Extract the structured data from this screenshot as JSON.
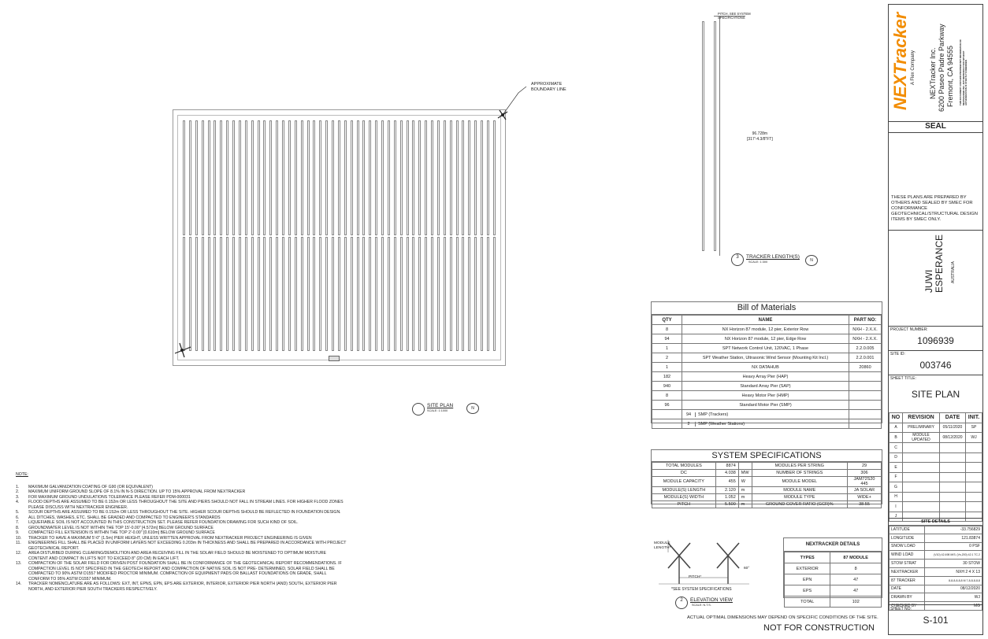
{
  "site_plan": {
    "annotation": "APPROXIMATE\nBOUNDARY LINE",
    "label": "SITE PLAN",
    "scale": "SCALE: 1:1000",
    "north": "N"
  },
  "tracker_length": {
    "pitch_note": "PITCH, SEE SYSTEM\nSPECIFICATIONS",
    "dimension": "96.728m\n[317'-4.3/8\"FT]",
    "label": "TRACKER LENGTH(S)",
    "number": "3",
    "scale": "SCALE: 1:300",
    "north": "N"
  },
  "bom": {
    "title": "Bill of Materials",
    "headers": [
      "QTY",
      "NAME",
      "PART NO:"
    ],
    "rows": [
      {
        "qty": "8",
        "name": "NX Horizon 87 module, 12 pier, Exterior Row",
        "part": "NXH - 2.X.X."
      },
      {
        "qty": "94",
        "name": "NX Horizon 87 module, 12 pier, Edge Row",
        "part": "NXH - 2.X.X."
      },
      {
        "qty": "1",
        "name": "SPT Network Control Unit, 120VAC, 1 Phase",
        "part": "2.2.0.005"
      },
      {
        "qty": "2",
        "name": "SPT Weather Station, Ultrasonic Wind Sensor (Mounting Kit Incl.)",
        "part": "2.2.0.001"
      },
      {
        "qty": "1",
        "name": "NX DATAHUB",
        "part": "20860"
      },
      {
        "qty": "182",
        "name": "Heavy Array Pier (HAP)",
        "part": ""
      },
      {
        "qty": "940",
        "name": "Standard Array Pier (SAP)",
        "part": ""
      },
      {
        "qty": "8",
        "name": "Heavy Motor Pier (HMP)",
        "part": ""
      },
      {
        "qty": "96",
        "name": "Standard Motor Pier (SMP)",
        "part": ""
      }
    ],
    "sub_rows": [
      {
        "qty": "94",
        "name": "SMP (Trackers)"
      },
      {
        "qty": "2",
        "name": "SMP (Weather Stations)"
      }
    ]
  },
  "system_specs": {
    "title": "SYSTEM SPECIFICATIONS",
    "rows": [
      {
        "l1": "TOTAL MODULES",
        "v1": "8874",
        "u1": "",
        "l2": "MODULES PER STRING",
        "v2": "29"
      },
      {
        "l1": "DC",
        "v1": "4.038",
        "u1": "MW",
        "l2": "NUMBER OF STRINGS",
        "v2": "306"
      },
      {
        "l1": "MODULE CAPACITY",
        "v1": "455",
        "u1": "W",
        "l2": "MODULE MODEL",
        "v2": "JAM72S20 445"
      },
      {
        "l1": "MODULE(S) LENGTH",
        "v1": "2.120",
        "u1": "m",
        "l2": "MODULE NAME",
        "v2": "JA SOLAR"
      },
      {
        "l1": "MODULE(S) WIDTH",
        "v1": "1.052",
        "u1": "m",
        "l2": "MODULE TYPE",
        "v2": "WIDE+"
      },
      {
        "l1": "PITCH",
        "v1": "5.500",
        "u1": "m",
        "l2": "GROUND COVER RATIO (GCR)%",
        "v2": "38.55"
      }
    ]
  },
  "nx_details": {
    "title": "NEXTRACKER DETAILS",
    "headers": [
      "TYPES",
      "87 MODULE"
    ],
    "rows": [
      {
        "type": "EXTERIOR",
        "value": "8"
      },
      {
        "type": "EPN",
        "value": "47"
      },
      {
        "type": "EPS",
        "value": "47"
      },
      {
        "type": "TOTAL",
        "value": "102"
      }
    ]
  },
  "elevation": {
    "module_label": "MODULE\nLENGTH*",
    "pitch_label": "PITCH*",
    "angle": "60°",
    "note": "*SEE SYSTEM SPECIFICATIONS",
    "number": "2",
    "label": "ELEVATION VIEW",
    "scale": "SCALE: N.T.S."
  },
  "footer": {
    "disclaimer": "ACTUAL OPTIMAL DIMENSIONS MAY DEPEND ON SPECIFIC CONDITIONS OF THE SITE.",
    "stamp": "NOT FOR CONSTRUCTION"
  },
  "notes": {
    "title": "NOTE:",
    "items": [
      {
        "n": "1.",
        "t": "MAXIMUM GALVANIZATION COATING OF G90 (OR EQUIVALENT)"
      },
      {
        "n": "2.",
        "t": "MAXIMUM UNIFORM GROUND SLOPE OF 8.1% IN N-S DIRECTION. UP TO 15% APPROVAL FROM NEXTRACKER"
      },
      {
        "n": "3.",
        "t": "FOR MAXIMUM GROUND UNDULATIONS TOLERANCE PLEASE REFER PDM-000031"
      },
      {
        "n": "4.",
        "t": "FLOOD DEPTHS ARE ASSUMED TO BE 0.152m OR LESS THROUGHOUT THE SITE AND PIERS SHOULD NOT FALL IN STREAM LINES. FOR HIGHER FLOOD ZONES PLEASE DISCUSS WITH NEXTRACKER ENGINEER."
      },
      {
        "n": "5.",
        "t": "SCOUR DEPTHS ARE ASSUMED TO BE 0.152m OR LESS THROUGHOUT THE SITE. HIGHER SCOUR DEPTHS SHOULD BE REFLECTED IN FOUNDATION DESIGN."
      },
      {
        "n": "6.",
        "t": "ALL DITCHES, WASHES, ETC. SHALL BE GRADED AND COMPACTED TO ENGINEER'S STANDARDS"
      },
      {
        "n": "7.",
        "t": "LIQUEFIABLE SOIL IS NOT ACCOUNTED IN THIS CONSTRUCTION SET. PLEASE REFER FOUNDATION DRAWING FOR SUCH KIND OF SOIL."
      },
      {
        "n": "8.",
        "t": "GROUNDWATER LEVEL IS NOT WITHIN THE TOP 15'-0.00\" [4.572m] BELOW GROUND SURFACE"
      },
      {
        "n": "9.",
        "t": "COMPACTED FILL EXTENSION IS WITHIN THE TOP 2'-0.00\" [0.610m] BELOW GROUND SURFACE"
      },
      {
        "n": "10.",
        "t": "TRACKER TO HAVE A MAXIMUM 5'-0\" (1.5m) PIER HEIGHT, UNLESS WRITTEN APPROVAL FROM NEXTRACKER PROJECT ENGINEERING IS GIVEN"
      },
      {
        "n": "11.",
        "t": "ENGINEERING FILL SHALL BE PLACED IN UNIFORM LAYERS NOT EXCEEDING 0.203m IN THICKNESS AND SHALL BE PREPARED IN ACCORDANCE WITH PROJECT GEOTECHNICAL REPORT."
      },
      {
        "n": "12.",
        "t": "AREA DISTURBED DURING CLEARING/DEMOLITION AND AREA RECEIVING FILL IN THE SOLAR FIELD SHOULD BE MOISTENED TO OPTIMUM MOISTURE CONTENT AND COMPACT IN LIFTS NOT TO EXCEED 8\" (20 CM) IN EACH LIFT."
      },
      {
        "n": "13.",
        "t": "COMPACTION OF THE SOLAR FIELD FOR DRIVEN POST FOUNDATION SHALL BE IN CONFORMANCE OF THE GEOTECHNICAL REPORT RECOMMENDATIONS. IF COMPACTION LEVEL IS NOT SPECIFIED IN THE GEOTECH REPORT AND COMPACTION OF NATIVE SOIL IS NOT PRE- DETERMINED, SOLAR FIELD SHALL BE COMPACTED TO 90% ASTM D1557 MODIFIED PROCTOR MINIMUM. COMPACTION OF EQUIPMENT PADS OR BALLAST FOUNDATIONS ON GRADE, SHALL CONFORM TO 95% ASTM D1557 MINIMUM."
      },
      {
        "n": "14.",
        "t": "TRACKER NOMENCLATURE ARE AS FOLLOWS: EXT, INT, EPNS, EPN, EPS ARE EXTERIOR, INTERIOR, EXTERIOR PIER NORTH (AND) SOUTH, EXTERIOR PIER NORTH, AND EXTERIOR PIER SOUTH TRACKERS RESPECTIVELY."
      }
    ]
  },
  "title_block": {
    "logo": "NEXTracker",
    "logo_sub": "A Flex Company",
    "company": "NEXTracker Inc.",
    "address1": "6200 Paseo Padre Parkway",
    "address2": "Fremont, CA 94555",
    "confidential": "THIS DOCUMENT CONTAINS PROPRIETARY INFORMATION OF NEXTRACKER INC. ANY REPRODUCTION WITHOUT AUTHORIZATION IS STRICTLY FORBIDDEN",
    "seal": "SEAL",
    "seal_note": "THESE PLANS ARE PREPARED BY OTHERS AND SEALED BY SMEC FOR CONFORMANCE GEOTECHNICAL/STRUCTURAL DESIGN ITEMS BY SMEC ONLY.",
    "project_name": "JUWI ESPERANCE",
    "project_country": "AUSTRALIA",
    "project_number_label": "PROJECT NUMBER:",
    "project_number": "1096939",
    "site_id_label": "SITE ID:",
    "site_id": "003746",
    "sheet_title_label": "SHEET TITLE:",
    "sheet_title": "SITE PLAN",
    "rev_headers": [
      "NO",
      "REVISION",
      "DATE",
      "INIT."
    ],
    "revisions": [
      {
        "no": "A",
        "rev": "PRELIMINARY",
        "date": "05/11/2020",
        "init": "SP"
      },
      {
        "no": "B",
        "rev": "MODULE UPDATED",
        "date": "08/12/2020",
        "init": "WJ"
      },
      {
        "no": "C",
        "rev": "",
        "date": "",
        "init": ""
      },
      {
        "no": "D",
        "rev": "",
        "date": "",
        "init": ""
      },
      {
        "no": "E",
        "rev": "",
        "date": "",
        "init": ""
      },
      {
        "no": "F",
        "rev": "",
        "date": "",
        "init": ""
      },
      {
        "no": "G",
        "rev": "",
        "date": "",
        "init": ""
      },
      {
        "no": "H",
        "rev": "",
        "date": "",
        "init": ""
      },
      {
        "no": "I",
        "rev": "",
        "date": "",
        "init": ""
      },
      {
        "no": "J",
        "rev": "",
        "date": "",
        "init": ""
      }
    ],
    "site_details_title": "SITE DETAILS",
    "site_details": [
      {
        "k": "LATITUDE",
        "v": "-33.756829"
      },
      {
        "k": "LONGITUDE",
        "v": "121.83874"
      },
      {
        "k": "SNOW LOAD",
        "v": "0 PSF"
      },
      {
        "k": "WIND LOAD",
        "v": "(V10) 42.498 M/S; (Vs,200) 42.1 TC.2"
      },
      {
        "k": "STOW STRAT",
        "v": "30 STOW"
      },
      {
        "k": "NEXTRACKER",
        "v": "NXH 2 4 X 13"
      },
      {
        "k": "87 TRACKER",
        "v": "8-8-8-8-8-8 M 7-8-8-8-8-8"
      },
      {
        "k": "DATE",
        "v": "08/12/2020"
      },
      {
        "k": "DRAWN BY",
        "v": "WJ"
      },
      {
        "k": "CHECKED BY",
        "v": "MG"
      }
    ],
    "sheet_no_label": "SHEET NO:",
    "sheet_no": "S-101"
  },
  "colors": {
    "logo_orange": "#f28c00",
    "line": "#777777"
  }
}
